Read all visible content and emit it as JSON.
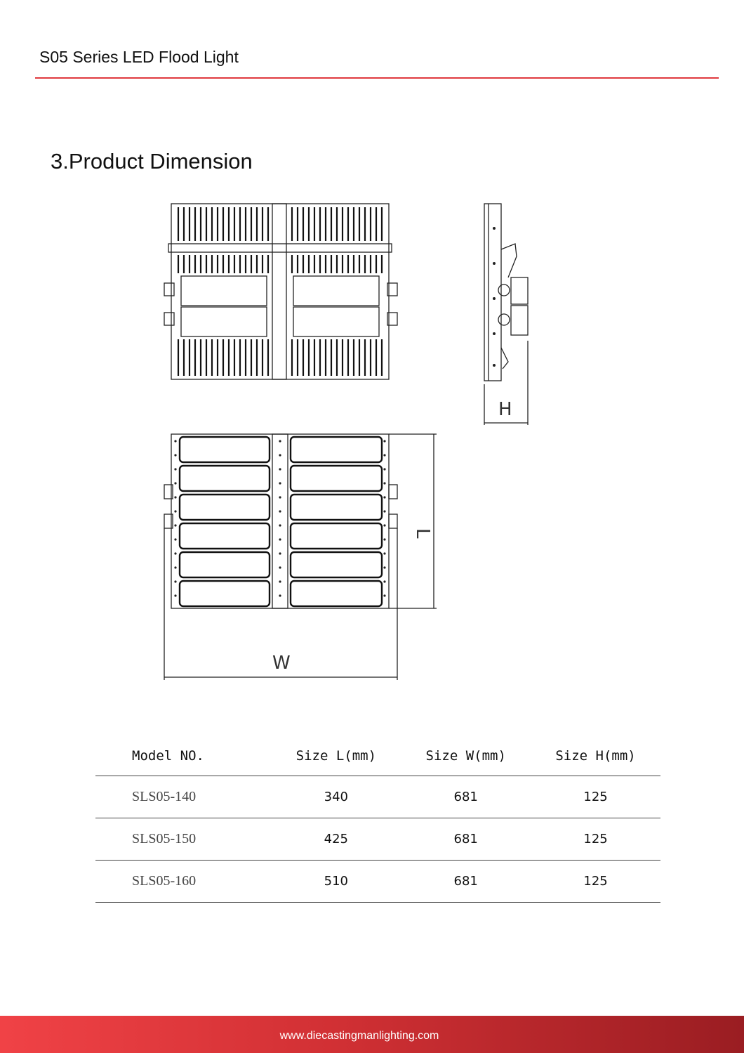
{
  "header": {
    "title": "S05 Series LED Flood Light"
  },
  "section": {
    "title": "3.Product Dimension"
  },
  "drawing": {
    "label_h": "H",
    "label_l": "L",
    "label_w": "W"
  },
  "table": {
    "headers": [
      "Model NO.",
      "Size L(mm)",
      "Size W(mm)",
      "Size H(mm)"
    ],
    "rows": [
      [
        "SLS05-140",
        "340",
        "681",
        "125"
      ],
      [
        "SLS05-150",
        "425",
        "681",
        "125"
      ],
      [
        "SLS05-160",
        "510",
        "681",
        "125"
      ]
    ]
  },
  "footer": {
    "url": "www.diecastingmanlighting.com"
  }
}
